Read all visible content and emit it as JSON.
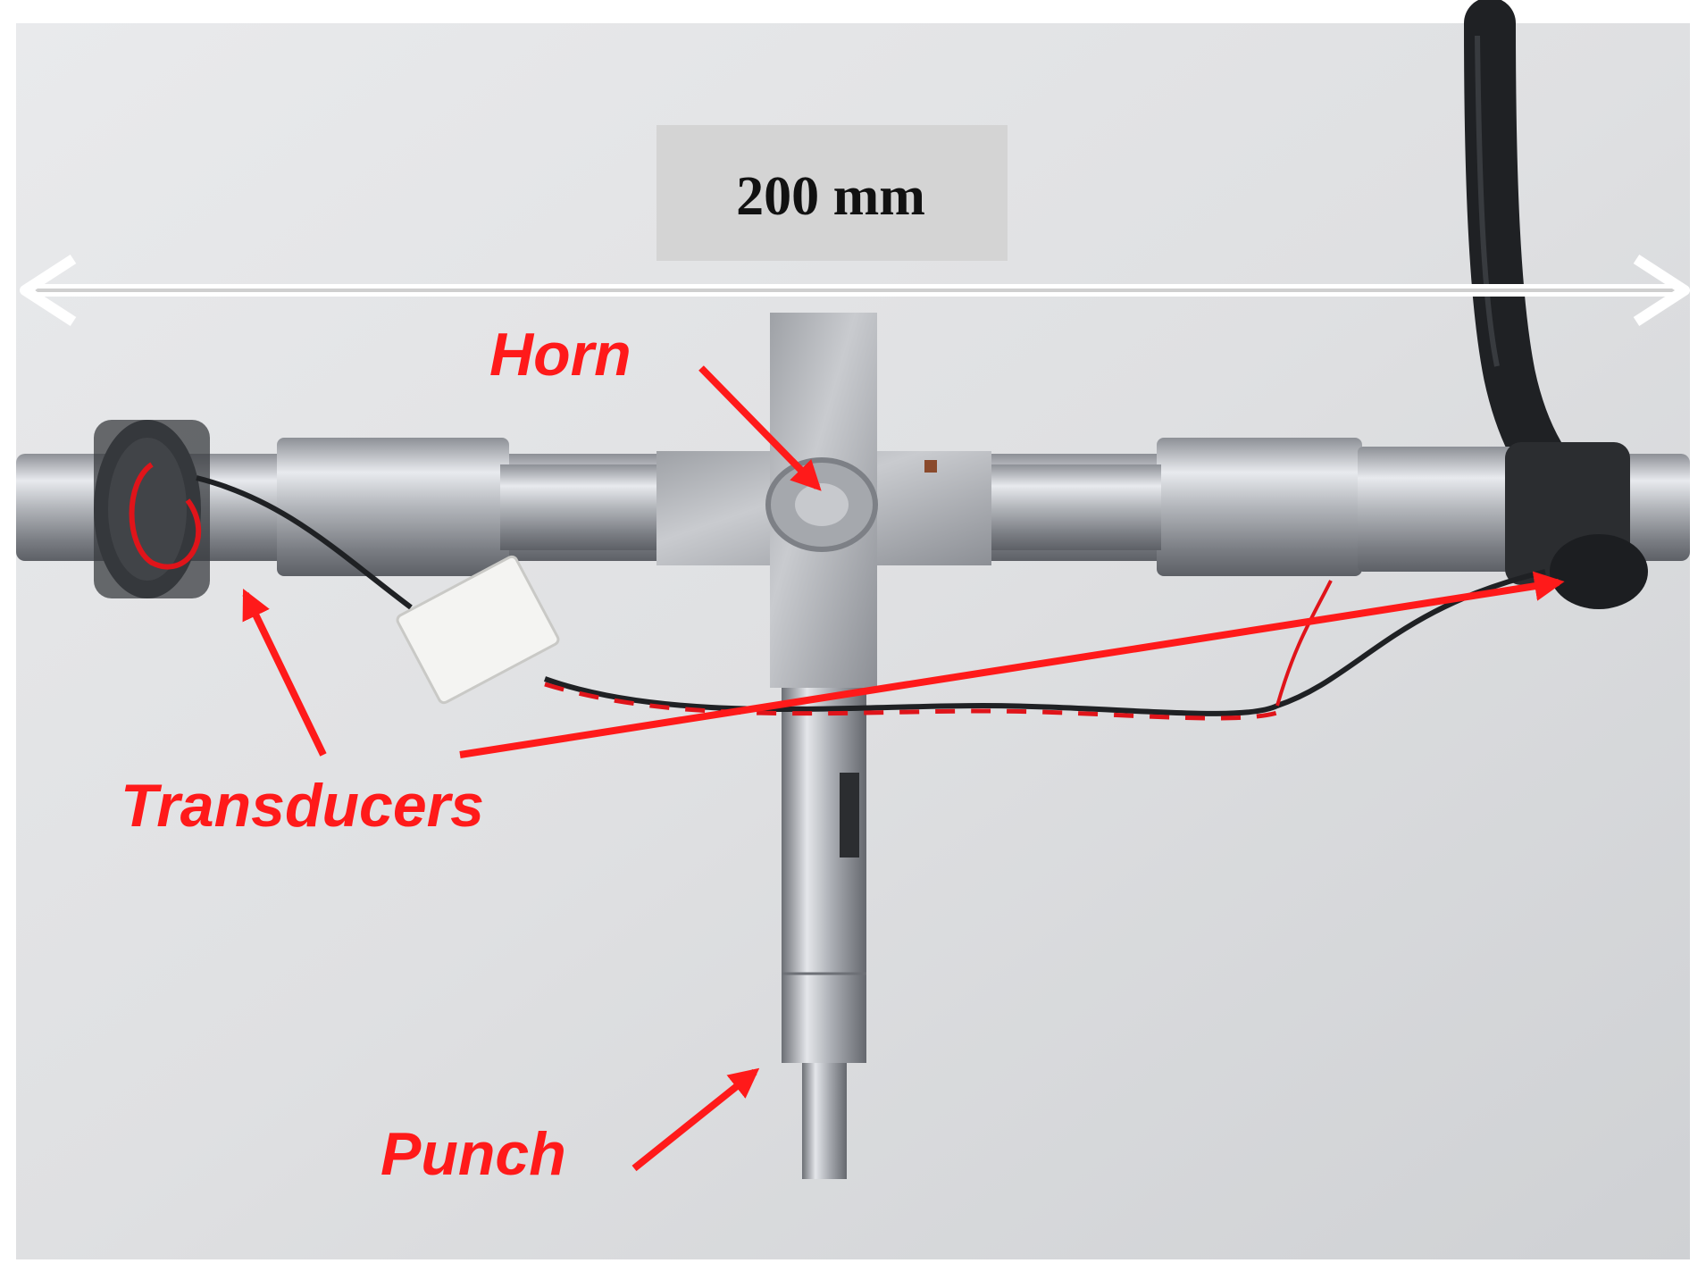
{
  "labels": {
    "scale": "200 mm",
    "horn": "Horn",
    "transducers": "Transducers",
    "punch": "Punch"
  },
  "colors": {
    "annotation": "#ff1a1a",
    "background": "#e4e5e7",
    "steel": "#b9bcc2",
    "cable": "#1f2124"
  }
}
